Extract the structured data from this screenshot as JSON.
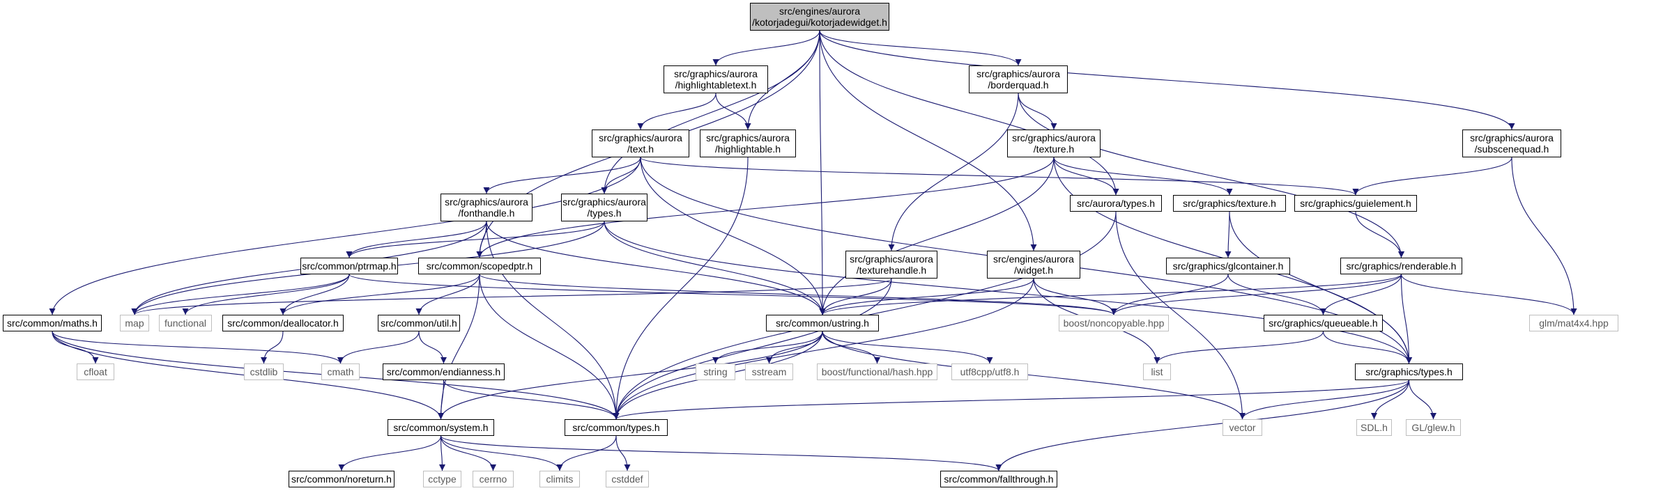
{
  "graph": {
    "nodes": [
      {
        "id": "root",
        "label": "src/engines/aurora\n/kotorjadegui/kotorjadewidget.h",
        "kind": "root"
      },
      {
        "id": "highlightabletext",
        "label": "src/graphics/aurora\n/highlightabletext.h",
        "kind": "local"
      },
      {
        "id": "borderquad",
        "label": "src/graphics/aurora\n/borderquad.h",
        "kind": "local"
      },
      {
        "id": "subscenequad",
        "label": "src/graphics/aurora\n/subscenequad.h",
        "kind": "local"
      },
      {
        "id": "text",
        "label": "src/graphics/aurora\n/text.h",
        "kind": "local"
      },
      {
        "id": "highlightable",
        "label": "src/graphics/aurora\n/highlightable.h",
        "kind": "local"
      },
      {
        "id": "texture_a",
        "label": "src/graphics/aurora\n/texture.h",
        "kind": "local"
      },
      {
        "id": "fonthandle",
        "label": "src/graphics/aurora\n/fonthandle.h",
        "kind": "local"
      },
      {
        "id": "gtypes_a",
        "label": "src/graphics/aurora\n/types.h",
        "kind": "local"
      },
      {
        "id": "auroratypes",
        "label": "src/aurora/types.h",
        "kind": "local"
      },
      {
        "id": "gtexture",
        "label": "src/graphics/texture.h",
        "kind": "local"
      },
      {
        "id": "guielement",
        "label": "src/graphics/guielement.h",
        "kind": "local"
      },
      {
        "id": "ptrmap",
        "label": "src/common/ptrmap.h",
        "kind": "local"
      },
      {
        "id": "scopedptr",
        "label": "src/common/scopedptr.h",
        "kind": "local"
      },
      {
        "id": "texturehandle",
        "label": "src/graphics/aurora\n/texturehandle.h",
        "kind": "local"
      },
      {
        "id": "widget",
        "label": "src/engines/aurora\n/widget.h",
        "kind": "local"
      },
      {
        "id": "glcontainer",
        "label": "src/graphics/glcontainer.h",
        "kind": "local"
      },
      {
        "id": "renderable",
        "label": "src/graphics/renderable.h",
        "kind": "local"
      },
      {
        "id": "maths",
        "label": "src/common/maths.h",
        "kind": "local"
      },
      {
        "id": "map",
        "label": "map",
        "kind": "external"
      },
      {
        "id": "functional",
        "label": "functional",
        "kind": "external"
      },
      {
        "id": "deallocator",
        "label": "src/common/deallocator.h",
        "kind": "local"
      },
      {
        "id": "util",
        "label": "src/common/util.h",
        "kind": "local"
      },
      {
        "id": "ustring",
        "label": "src/common/ustring.h",
        "kind": "local"
      },
      {
        "id": "noncopyable",
        "label": "boost/noncopyable.hpp",
        "kind": "external"
      },
      {
        "id": "queueable",
        "label": "src/graphics/queueable.h",
        "kind": "local"
      },
      {
        "id": "mat4x4",
        "label": "glm/mat4x4.hpp",
        "kind": "external"
      },
      {
        "id": "cfloat",
        "label": "cfloat",
        "kind": "external"
      },
      {
        "id": "cmath",
        "label": "cmath",
        "kind": "external"
      },
      {
        "id": "cstdlib",
        "label": "cstdlib",
        "kind": "external"
      },
      {
        "id": "endianness",
        "label": "src/common/endianness.h",
        "kind": "local"
      },
      {
        "id": "string",
        "label": "string",
        "kind": "external"
      },
      {
        "id": "sstream",
        "label": "sstream",
        "kind": "external"
      },
      {
        "id": "hash",
        "label": "boost/functional/hash.hpp",
        "kind": "external"
      },
      {
        "id": "utf8",
        "label": "utf8cpp/utf8.h",
        "kind": "external"
      },
      {
        "id": "list",
        "label": "list",
        "kind": "external"
      },
      {
        "id": "gtypes",
        "label": "src/graphics/types.h",
        "kind": "local"
      },
      {
        "id": "system",
        "label": "src/common/system.h",
        "kind": "local"
      },
      {
        "id": "ctypes",
        "label": "src/common/types.h",
        "kind": "local"
      },
      {
        "id": "vector",
        "label": "vector",
        "kind": "external"
      },
      {
        "id": "sdl",
        "label": "SDL.h",
        "kind": "external"
      },
      {
        "id": "glew",
        "label": "GL/glew.h",
        "kind": "external"
      },
      {
        "id": "noreturn",
        "label": "src/common/noreturn.h",
        "kind": "local"
      },
      {
        "id": "cctype",
        "label": "cctype",
        "kind": "external"
      },
      {
        "id": "cerrno",
        "label": "cerrno",
        "kind": "external"
      },
      {
        "id": "climits",
        "label": "climits",
        "kind": "external"
      },
      {
        "id": "cstddef",
        "label": "cstddef",
        "kind": "external"
      },
      {
        "id": "fallthrough",
        "label": "src/common/fallthrough.h",
        "kind": "local"
      }
    ],
    "edges": [
      [
        "root",
        "highlightabletext"
      ],
      [
        "root",
        "borderquad"
      ],
      [
        "root",
        "subscenequad"
      ],
      [
        "root",
        "scopedptr"
      ],
      [
        "root",
        "gtypes_a"
      ],
      [
        "root",
        "highlightable"
      ],
      [
        "root",
        "ustring"
      ],
      [
        "root",
        "auroratypes"
      ],
      [
        "root",
        "widget"
      ],
      [
        "highlightabletext",
        "text"
      ],
      [
        "highlightabletext",
        "highlightable"
      ],
      [
        "borderquad",
        "texture_a"
      ],
      [
        "borderquad",
        "texturehandle"
      ],
      [
        "borderquad",
        "renderable"
      ],
      [
        "subscenequad",
        "guielement"
      ],
      [
        "subscenequad",
        "mat4x4"
      ],
      [
        "text",
        "fonthandle"
      ],
      [
        "text",
        "gtypes_a"
      ],
      [
        "text",
        "maths"
      ],
      [
        "text",
        "ustring"
      ],
      [
        "text",
        "guielement"
      ],
      [
        "text",
        "gtypes"
      ],
      [
        "highlightable",
        "ctypes"
      ],
      [
        "texture_a",
        "scopedptr"
      ],
      [
        "texture_a",
        "auroratypes"
      ],
      [
        "texture_a",
        "gtexture"
      ],
      [
        "texture_a",
        "ustring"
      ],
      [
        "texture_a",
        "gtypes"
      ],
      [
        "fonthandle",
        "map"
      ],
      [
        "fonthandle",
        "ptrmap"
      ],
      [
        "fonthandle",
        "scopedptr"
      ],
      [
        "fonthandle",
        "ustring"
      ],
      [
        "fonthandle",
        "ctypes"
      ],
      [
        "gtypes_a",
        "map"
      ],
      [
        "gtypes_a",
        "ptrmap"
      ],
      [
        "gtypes_a",
        "ustring"
      ],
      [
        "gtypes_a",
        "gtypes"
      ],
      [
        "auroratypes",
        "ctypes"
      ],
      [
        "auroratypes",
        "vector"
      ],
      [
        "gtexture",
        "glcontainer"
      ],
      [
        "gtexture",
        "gtypes"
      ],
      [
        "guielement",
        "renderable"
      ],
      [
        "ptrmap",
        "map"
      ],
      [
        "ptrmap",
        "functional"
      ],
      [
        "ptrmap",
        "deallocator"
      ],
      [
        "ptrmap",
        "noncopyable"
      ],
      [
        "scopedptr",
        "deallocator"
      ],
      [
        "scopedptr",
        "util"
      ],
      [
        "scopedptr",
        "noncopyable"
      ],
      [
        "scopedptr",
        "system"
      ],
      [
        "scopedptr",
        "ctypes"
      ],
      [
        "texturehandle",
        "map"
      ],
      [
        "texturehandle",
        "ustring"
      ],
      [
        "texturehandle",
        "ctypes"
      ],
      [
        "widget",
        "ustring"
      ],
      [
        "widget",
        "noncopyable"
      ],
      [
        "widget",
        "list"
      ],
      [
        "widget",
        "ctypes"
      ],
      [
        "glcontainer",
        "noncopyable"
      ],
      [
        "glcontainer",
        "queueable"
      ],
      [
        "renderable",
        "ustring"
      ],
      [
        "renderable",
        "noncopyable"
      ],
      [
        "renderable",
        "queueable"
      ],
      [
        "renderable",
        "gtypes"
      ],
      [
        "renderable",
        "mat4x4"
      ],
      [
        "maths",
        "cfloat"
      ],
      [
        "maths",
        "cmath"
      ],
      [
        "maths",
        "system"
      ],
      [
        "maths",
        "ctypes"
      ],
      [
        "deallocator",
        "cstdlib"
      ],
      [
        "util",
        "cmath"
      ],
      [
        "util",
        "endianness"
      ],
      [
        "ustring",
        "string"
      ],
      [
        "ustring",
        "sstream"
      ],
      [
        "ustring",
        "hash"
      ],
      [
        "ustring",
        "utf8"
      ],
      [
        "ustring",
        "vector"
      ],
      [
        "ustring",
        "system"
      ],
      [
        "ustring",
        "ctypes"
      ],
      [
        "endianness",
        "system"
      ],
      [
        "endianness",
        "ctypes"
      ],
      [
        "queueable",
        "list"
      ],
      [
        "queueable",
        "gtypes"
      ],
      [
        "gtypes",
        "ctypes"
      ],
      [
        "gtypes",
        "vector"
      ],
      [
        "gtypes",
        "sdl"
      ],
      [
        "gtypes",
        "glew"
      ],
      [
        "gtypes",
        "fallthrough"
      ],
      [
        "system",
        "noreturn"
      ],
      [
        "system",
        "cctype"
      ],
      [
        "system",
        "cerrno"
      ],
      [
        "system",
        "climits"
      ],
      [
        "system",
        "fallthrough"
      ],
      [
        "ctypes",
        "climits"
      ],
      [
        "ctypes",
        "cstddef"
      ]
    ],
    "colors": {
      "edge": "#191970",
      "local_border": "#000000",
      "external_border": "#bfbfbf",
      "root_fill": "#bfbfbf",
      "background": "#ffffff"
    }
  }
}
